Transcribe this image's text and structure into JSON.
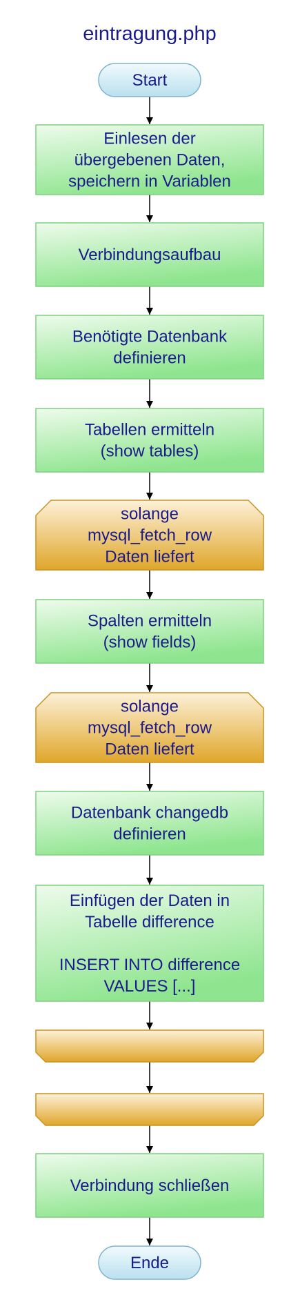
{
  "title": "eintragung.php",
  "colors": {
    "text": "#1a1a8c",
    "process_fill_top": "#eefbec",
    "process_fill_bottom": "#8fe58f",
    "process_stroke": "#7fcf7f",
    "loop_fill_top": "#fdf1d8",
    "loop_fill_bottom": "#dfa62a",
    "loop_stroke": "#c99222",
    "terminal_fill_top": "#f2fafd",
    "terminal_fill_bottom": "#b9e0ef",
    "terminal_stroke": "#7fb3cc",
    "connector": "#000000"
  },
  "nodes": [
    {
      "id": "start",
      "kind": "terminal",
      "lines": [
        "Start"
      ]
    },
    {
      "id": "read-data",
      "kind": "process",
      "lines": [
        "Einlesen der",
        "übergebenen Daten,",
        "speichern in Variablen"
      ]
    },
    {
      "id": "connect",
      "kind": "process",
      "lines": [
        "Verbindungsaufbau"
      ]
    },
    {
      "id": "define-db",
      "kind": "process",
      "lines": [
        "Benötigte Datenbank",
        "definieren"
      ]
    },
    {
      "id": "get-tables",
      "kind": "process",
      "lines": [
        "Tabellen ermitteln",
        "(show tables)"
      ]
    },
    {
      "id": "loop-tables",
      "kind": "loop-start",
      "lines": [
        "solange",
        "mysql_fetch_row",
        "Daten liefert"
      ]
    },
    {
      "id": "get-fields",
      "kind": "process",
      "lines": [
        "Spalten ermitteln",
        "(show fields)"
      ]
    },
    {
      "id": "loop-fields",
      "kind": "loop-start",
      "lines": [
        "solange",
        "mysql_fetch_row",
        "Daten liefert"
      ]
    },
    {
      "id": "define-changedb",
      "kind": "process",
      "lines": [
        "Datenbank changedb",
        "definieren"
      ]
    },
    {
      "id": "insert-data",
      "kind": "process",
      "lines": [
        "Einfügen der Daten in",
        "Tabelle difference",
        "",
        "INSERT INTO difference",
        "VALUES [...]"
      ]
    },
    {
      "id": "loop-fields-end",
      "kind": "loop-end",
      "lines": []
    },
    {
      "id": "loop-tables-end",
      "kind": "loop-end",
      "lines": []
    },
    {
      "id": "close",
      "kind": "process",
      "lines": [
        "Verbindung schließen"
      ]
    },
    {
      "id": "end",
      "kind": "terminal",
      "lines": [
        "Ende"
      ]
    }
  ]
}
